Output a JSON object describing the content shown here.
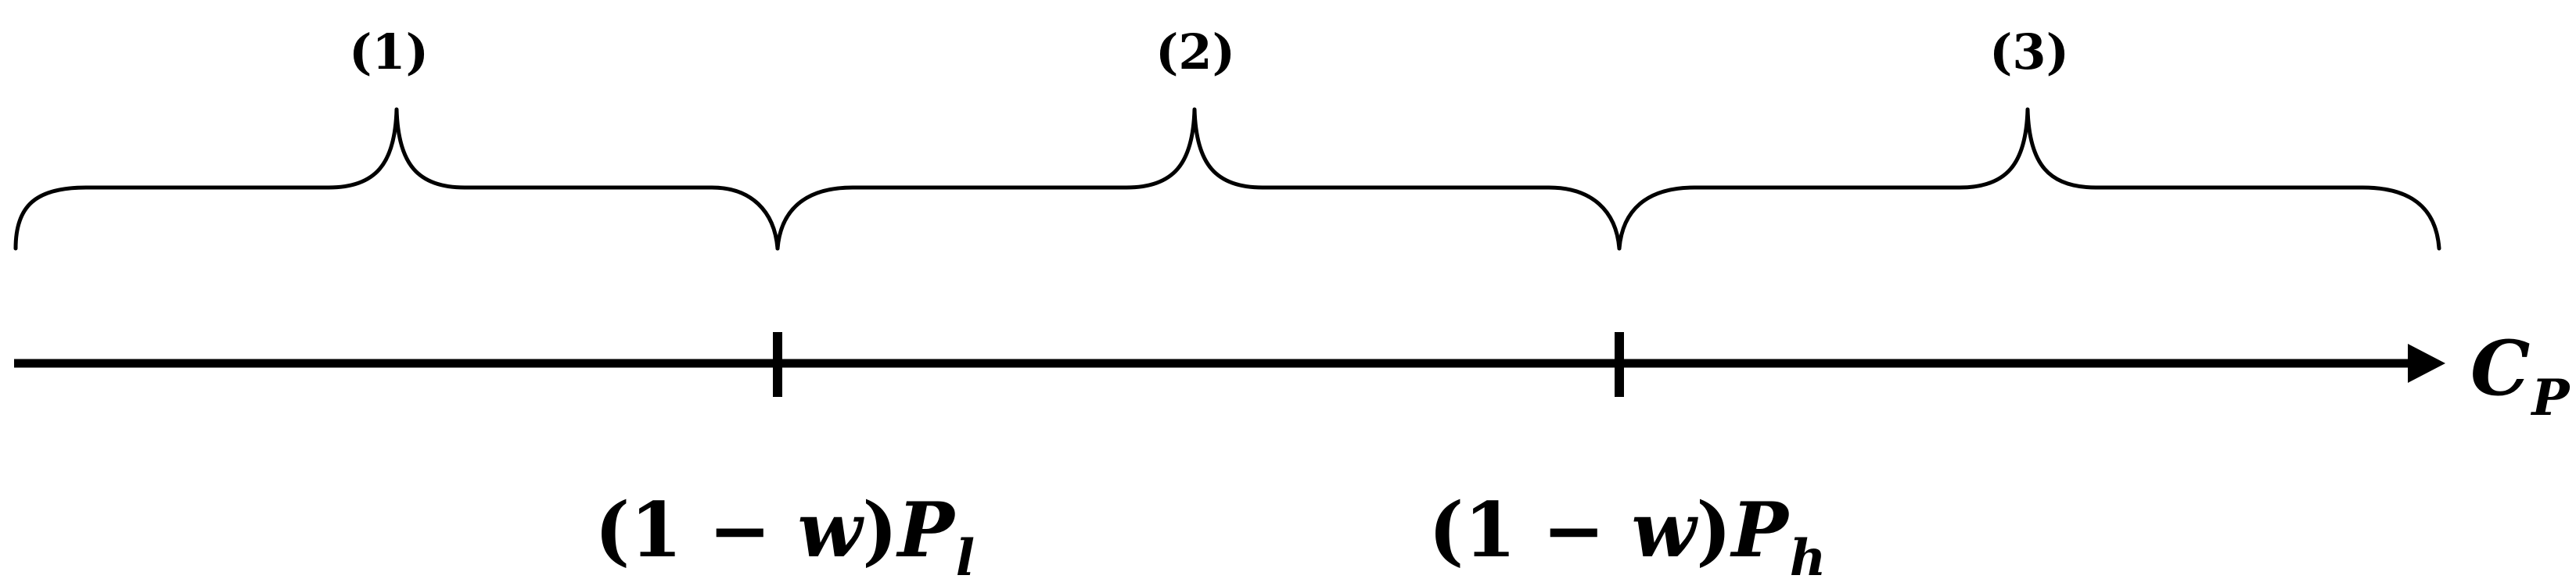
{
  "regions": [
    {
      "label": "(1)"
    },
    {
      "label": "(2)"
    },
    {
      "label": "(3)"
    }
  ],
  "axis": {
    "variable": "C",
    "variable_subscript": "P"
  },
  "thresholds": [
    {
      "coefficient": "(1 − ",
      "weight": "w",
      "close": ")",
      "symbol": "P",
      "subscript": "l"
    },
    {
      "coefficient": "(1 − ",
      "weight": "w",
      "close": ")",
      "symbol": "P",
      "subscript": "h"
    }
  ]
}
